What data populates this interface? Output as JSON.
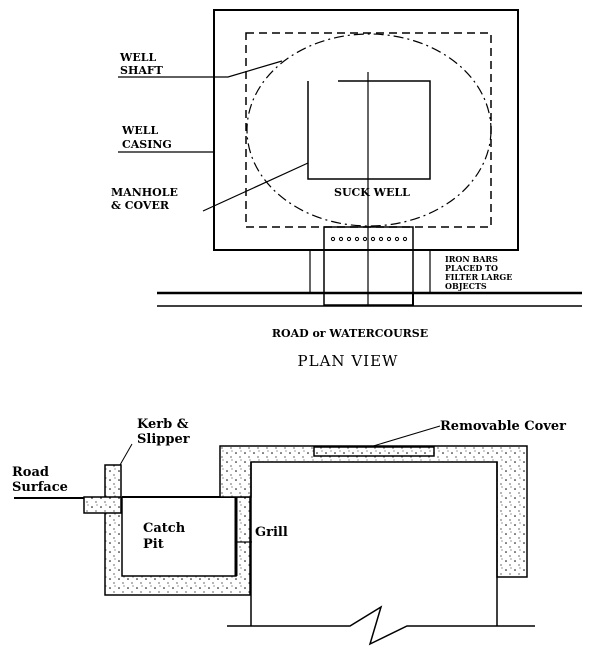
{
  "plan_view": {
    "labels": {
      "well_shaft": [
        "WELL",
        "SHAFT"
      ],
      "well_casing": [
        "WELL",
        "CASING"
      ],
      "manhole_cover": [
        "MANHOLE",
        "& COVER"
      ],
      "suck_well": "SUCK WELL",
      "iron_bars": [
        "IRON BARS",
        "PLACED TO",
        "FILTER LARGE",
        "OBJECTS"
      ],
      "road": "ROAD or WATERCOURSE",
      "title": "PLAN VIEW"
    }
  },
  "section_view": {
    "labels": {
      "kerb": [
        "Kerb &",
        "Slipper"
      ],
      "road_surface": [
        "Road",
        "Surface"
      ],
      "catch_pit": [
        "Catch",
        "Pit"
      ],
      "grill": "Grill",
      "removable_cover": "Removable Cover"
    }
  }
}
